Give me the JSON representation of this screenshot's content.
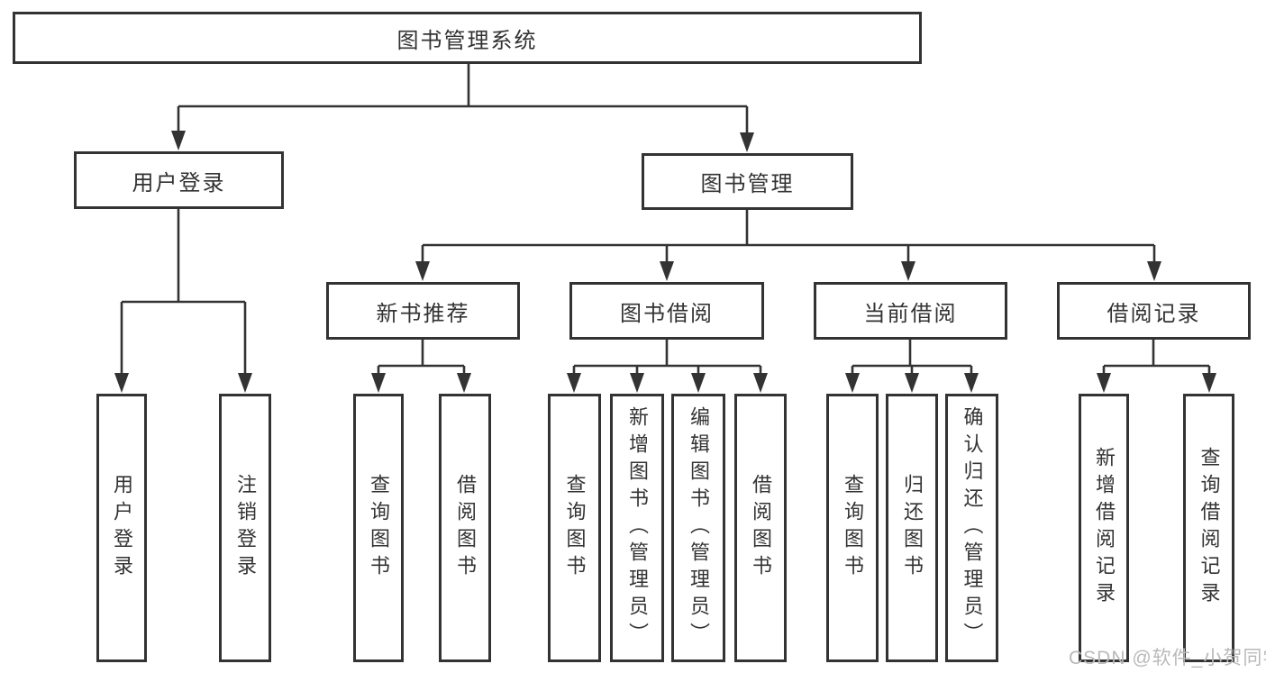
{
  "root": {
    "label": "图书管理系统"
  },
  "branches": [
    {
      "label": "用户登录",
      "leaves": [
        {
          "label": "用户登录"
        },
        {
          "label": "注销登录"
        }
      ]
    },
    {
      "label": "图书管理",
      "groups": [
        {
          "label": "新书推荐",
          "leaves": [
            {
              "label": "查询图书"
            },
            {
              "label": "借阅图书"
            }
          ]
        },
        {
          "label": "图书借阅",
          "leaves": [
            {
              "label": "查询图书"
            },
            {
              "label": "新增图书（管理员）"
            },
            {
              "label": "编辑图书（管理员）"
            },
            {
              "label": "借阅图书"
            }
          ]
        },
        {
          "label": "当前借阅",
          "leaves": [
            {
              "label": "查询图书"
            },
            {
              "label": "归还图书"
            },
            {
              "label": "确认归还（管理员）"
            }
          ]
        },
        {
          "label": "借阅记录",
          "leaves": [
            {
              "label": "新增借阅记录"
            },
            {
              "label": "查询借阅记录"
            }
          ]
        }
      ]
    }
  ],
  "watermark": "CSDN @软件_小贺同学",
  "colors": {
    "line": "#333333",
    "box_border": "#333333",
    "box_bg": "#ffffff",
    "text": "#333333",
    "watermark": "#b9b9b9",
    "background": "#ffffff"
  }
}
